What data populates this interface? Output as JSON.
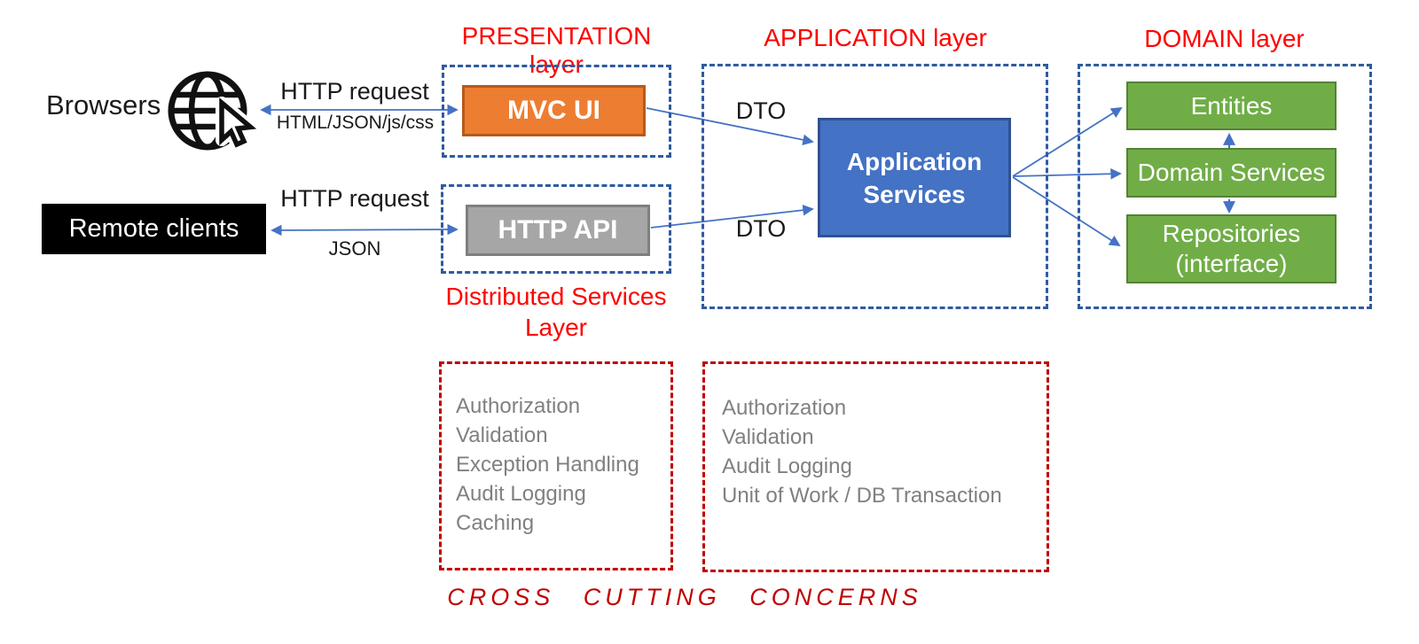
{
  "diagram": {
    "clients": {
      "browsers_label": "Browsers",
      "remote_clients_label": "Remote clients"
    },
    "arrows": {
      "browser_top_label": "HTTP request",
      "browser_bottom_label": "HTML/JSON/js/css",
      "remote_top_label": "HTTP request",
      "remote_bottom_label": "JSON",
      "dto_top_label": "DTO",
      "dto_bottom_label": "DTO"
    },
    "layers": {
      "presentation_title": "PRESENTATION layer",
      "application_title": "APPLICATION layer",
      "domain_title": "DOMAIN layer",
      "distributed_title_line1": "Distributed Services",
      "distributed_title_line2": "Layer"
    },
    "boxes": {
      "mvc_ui": "MVC UI",
      "http_api": "HTTP API",
      "application_services_line1": "Application",
      "application_services_line2": "Services",
      "entities": "Entities",
      "domain_services": "Domain Services",
      "repositories_line1": "Repositories",
      "repositories_line2": "(interface)"
    },
    "cross_cutting": {
      "left_items": [
        "Authorization",
        "Validation",
        "Exception Handling",
        "Audit Logging",
        "Caching"
      ],
      "right_items": [
        "Authorization",
        "Validation",
        "Audit Logging",
        "Unit of Work / DB Transaction"
      ],
      "footer": "CROSS CUTTING CONCERNS"
    },
    "colors": {
      "mvc_ui_fill": "#ED7D31",
      "mvc_ui_border": "#B55A1C",
      "http_api_fill": "#A6A6A6",
      "http_api_border": "#7F7F7F",
      "application_services_fill": "#4472C4",
      "application_services_border": "#2F528F",
      "domain_box_fill": "#70AD47",
      "domain_box_border": "#548235",
      "layer_dashed_border": "#2E5B9F",
      "concern_dashed_border": "#C00000",
      "layer_title_red": "#FF0000",
      "footer_red": "#C00000",
      "arrow_blue": "#4472C4",
      "concern_text_gray": "#808080",
      "remote_clients_fill": "#000000"
    }
  }
}
